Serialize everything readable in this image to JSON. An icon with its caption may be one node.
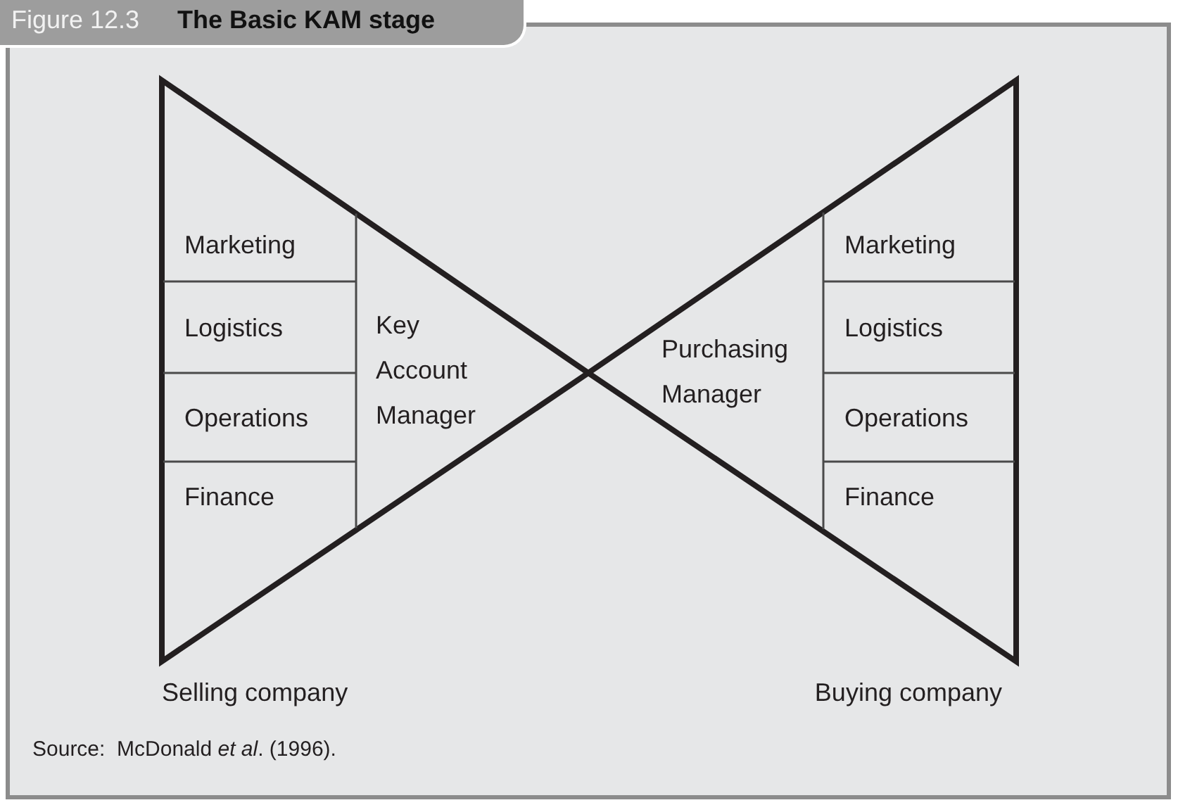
{
  "diagram": {
    "title": "The Basic KAM stage",
    "nodes": [
      {
        "text": [
          "Selling company"
        ]
      },
      {
        "text": [
          "Marketing"
        ],
        "in": 0
      },
      {
        "text": [
          "Logistics"
        ],
        "in": 0
      },
      {
        "text": [
          "Operations"
        ],
        "in": 0
      },
      {
        "text": [
          "Finance"
        ],
        "in": 0
      },
      {
        "text": [
          "Key Account Manager"
        ],
        "in": 0
      },
      {
        "text": [
          "Buying company"
        ]
      },
      {
        "text": [
          "Purchasing Manager"
        ],
        "in": 6
      },
      {
        "text": [
          "Marketing"
        ],
        "in": 6
      },
      {
        "text": [
          "Logistics"
        ],
        "in": 6
      },
      {
        "text": [
          "Operations"
        ],
        "in": 6
      },
      {
        "text": [
          "Finance"
        ],
        "in": 6
      }
    ],
    "labels": [
      "Figure 12.3",
      "Source:  McDonald *et al*. (1996)."
    ]
  }
}
